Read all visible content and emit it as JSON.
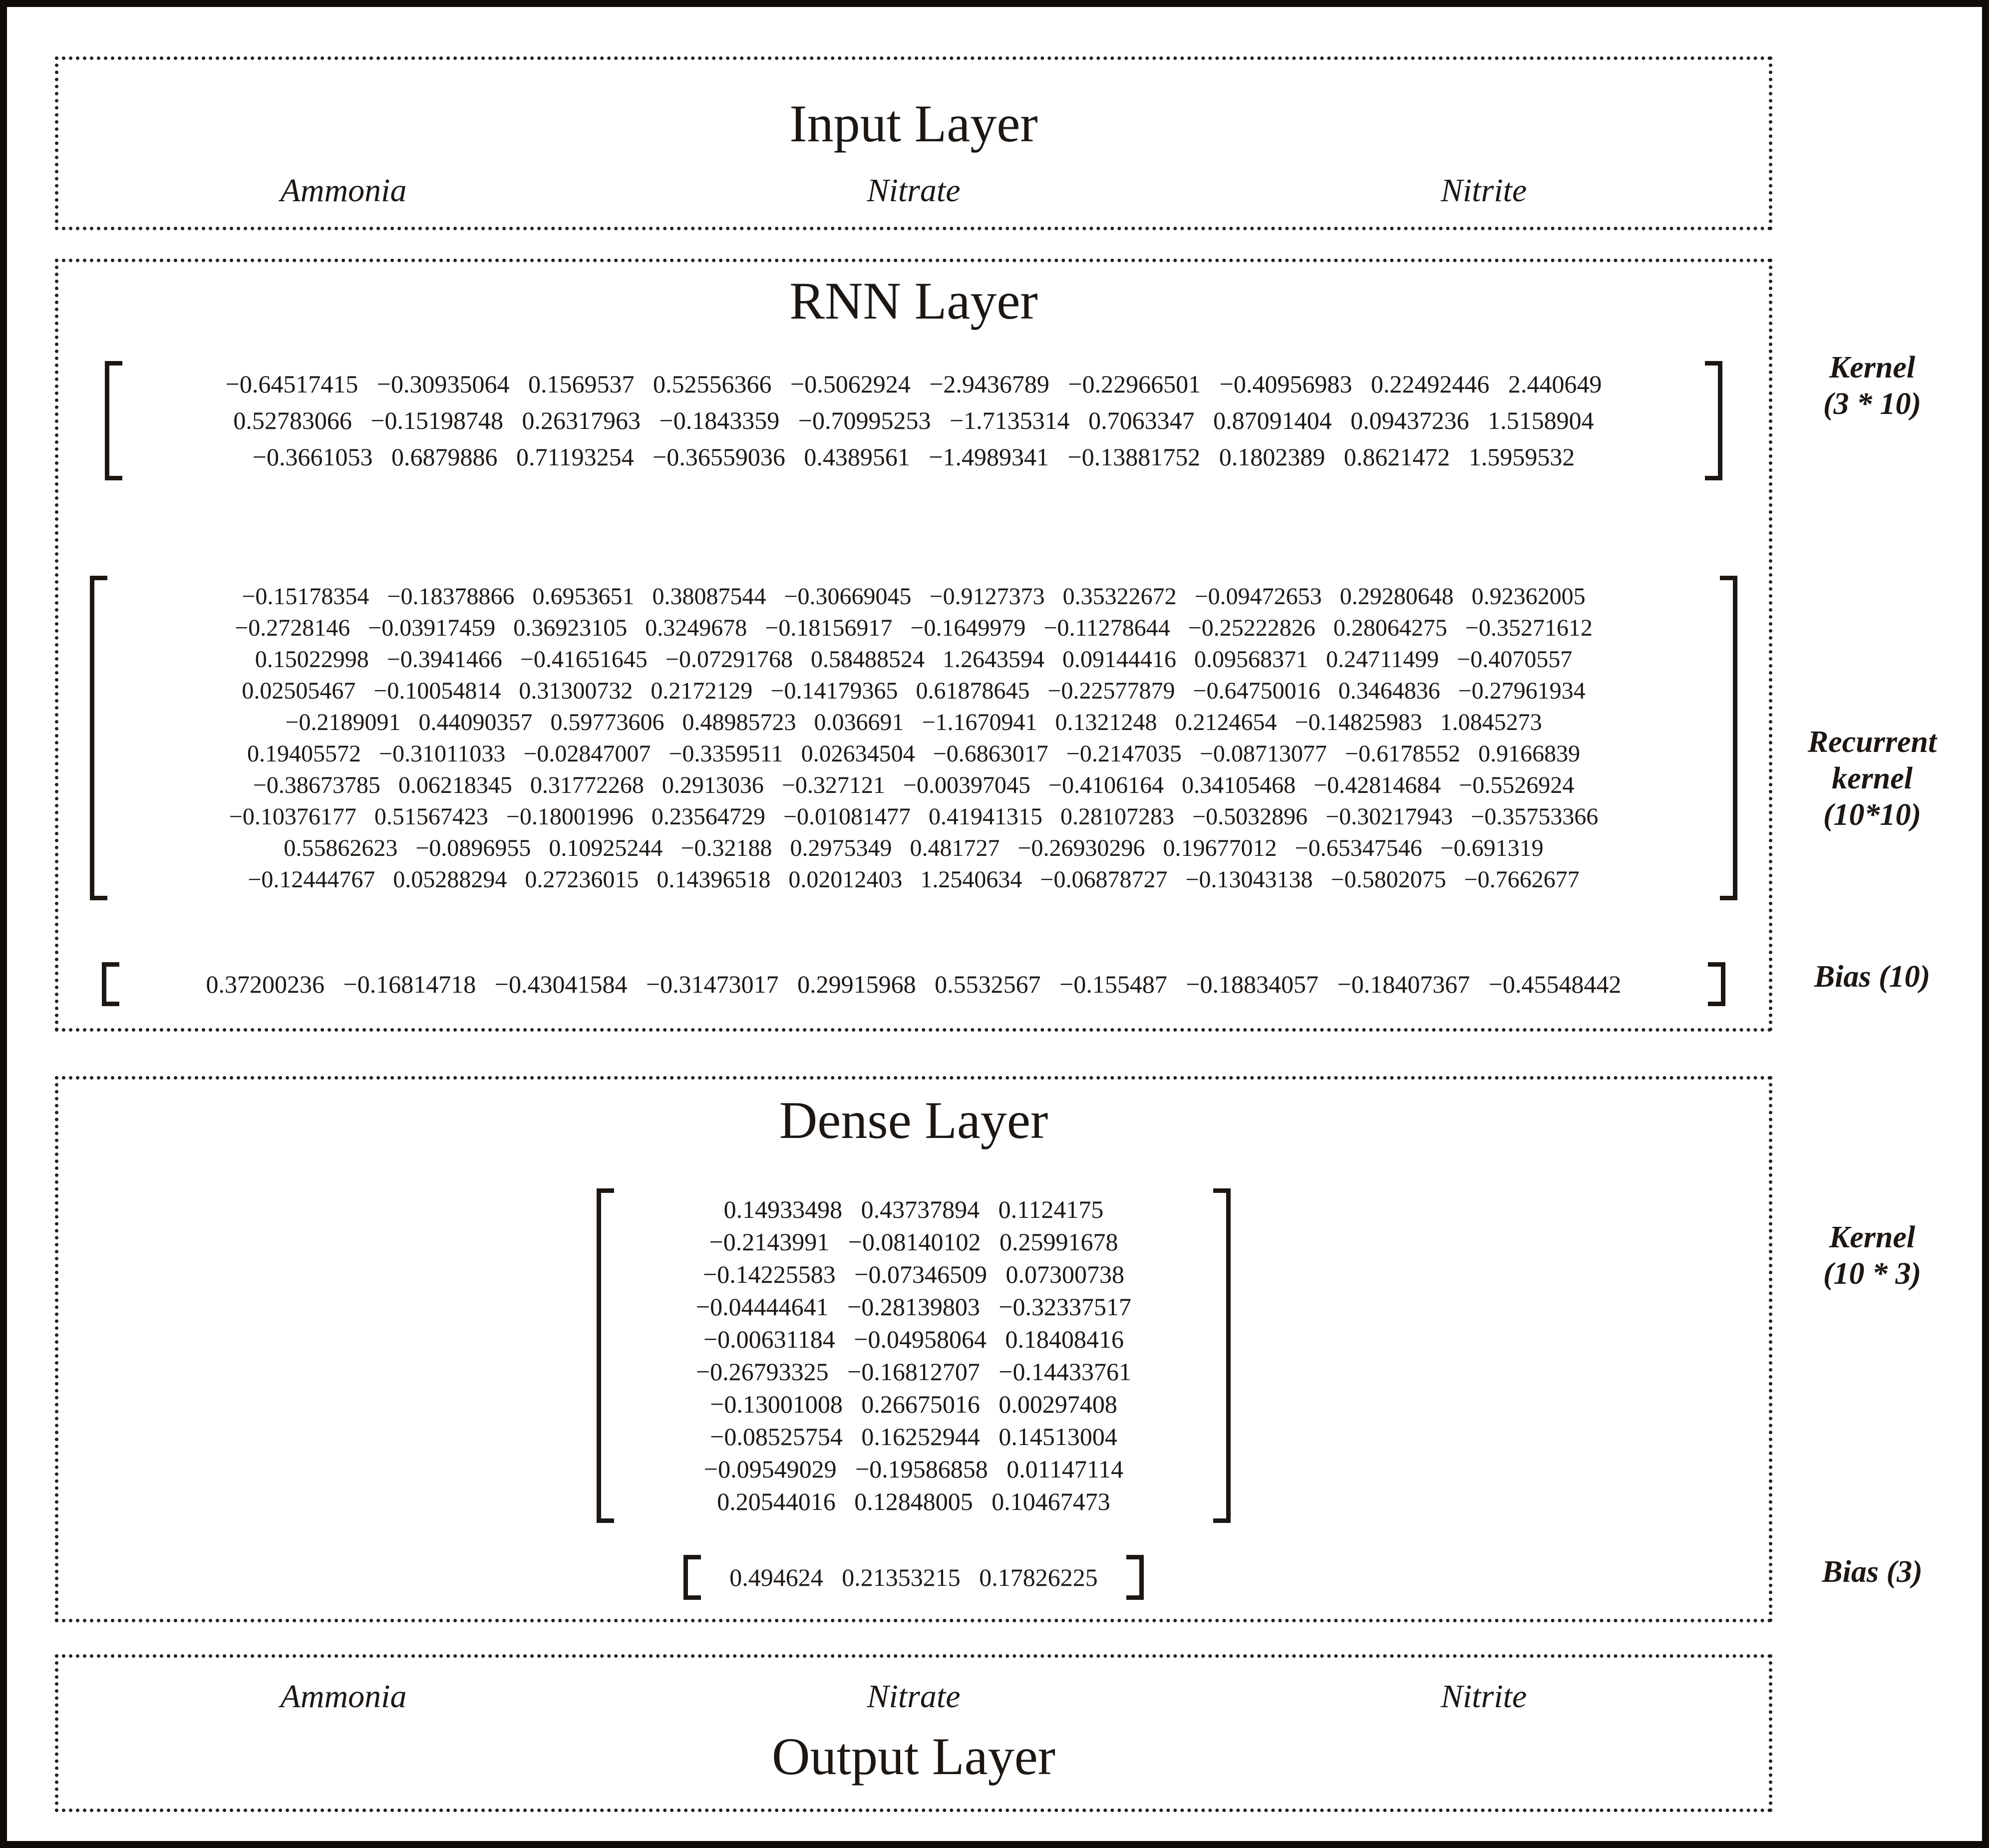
{
  "colors": {
    "ink": "#1c1713",
    "outer_border": "#0e0b09",
    "dotted_border": "#232020"
  },
  "input_layer": {
    "title": "Input Layer",
    "nodes": [
      "Ammonia",
      "Nitrate",
      "Nitrite"
    ]
  },
  "rnn_layer": {
    "title": "RNN Layer",
    "kernel": {
      "label": "Kernel\n(3 * 10)",
      "rows": [
        [
          "−0.64517415",
          "−0.30935064",
          "0.1569537",
          "0.52556366",
          "−0.5062924",
          "−2.9436789",
          "−0.22966501",
          "−0.40956983",
          "0.22492446",
          "2.440649"
        ],
        [
          "0.52783066",
          "−0.15198748",
          "0.26317963",
          "−0.1843359",
          "−0.70995253",
          "−1.7135314",
          "0.7063347",
          "0.87091404",
          "0.09437236",
          "1.5158904"
        ],
        [
          "−0.3661053",
          "0.6879886",
          "0.71193254",
          "−0.36559036",
          "0.4389561",
          "−1.4989341",
          "−0.13881752",
          "0.1802389",
          "0.8621472",
          "1.5959532"
        ]
      ]
    },
    "recurrent_kernel": {
      "label": "Recurrent\nkernel\n(10*10)",
      "rows": [
        [
          "−0.15178354",
          "−0.18378866",
          "0.6953651",
          "0.38087544",
          "−0.30669045",
          "−0.9127373",
          "0.35322672",
          "−0.09472653",
          "0.29280648",
          "0.92362005"
        ],
        [
          "−0.2728146",
          "−0.03917459",
          "0.36923105",
          "0.3249678",
          "−0.18156917",
          "−0.1649979",
          "−0.11278644",
          "−0.25222826",
          "0.28064275",
          "−0.35271612"
        ],
        [
          "0.15022998",
          "−0.3941466",
          "−0.41651645",
          "−0.07291768",
          "0.58488524",
          "1.2643594",
          "0.09144416",
          "0.09568371",
          "0.24711499",
          "−0.4070557"
        ],
        [
          "0.02505467",
          "−0.10054814",
          "0.31300732",
          "0.2172129",
          "−0.14179365",
          "0.61878645",
          "−0.22577879",
          "−0.64750016",
          "0.3464836",
          "−0.27961934"
        ],
        [
          "−0.2189091",
          "0.44090357",
          "0.59773606",
          "0.48985723",
          "0.036691",
          "−1.1670941",
          "0.1321248",
          "0.2124654",
          "−0.14825983",
          "1.0845273"
        ],
        [
          "0.19405572",
          "−0.31011033",
          "−0.02847007",
          "−0.3359511",
          "0.02634504",
          "−0.6863017",
          "−0.2147035",
          "−0.08713077",
          "−0.6178552",
          "0.9166839"
        ],
        [
          "−0.38673785",
          "0.06218345",
          "0.31772268",
          "0.2913036",
          "−0.327121",
          "−0.00397045",
          "−0.4106164",
          "0.34105468",
          "−0.42814684",
          "−0.5526924"
        ],
        [
          "−0.10376177",
          "0.51567423",
          "−0.18001996",
          "0.23564729",
          "−0.01081477",
          "0.41941315",
          "0.28107283",
          "−0.5032896",
          "−0.30217943",
          "−0.35753366"
        ],
        [
          "0.55862623",
          "−0.0896955",
          "0.10925244",
          "−0.32188",
          "0.2975349",
          "0.481727",
          "−0.26930296",
          "0.19677012",
          "−0.65347546",
          "−0.691319"
        ],
        [
          "−0.12444767",
          "0.05288294",
          "0.27236015",
          "0.14396518",
          "0.02012403",
          "1.2540634",
          "−0.06878727",
          "−0.13043138",
          "−0.5802075",
          "−0.7662677"
        ]
      ]
    },
    "bias": {
      "label": "Bias (10)",
      "values": [
        "0.37200236",
        "−0.16814718",
        "−0.43041584",
        "−0.31473017",
        "0.29915968",
        "0.5532567",
        "−0.155487",
        "−0.18834057",
        "−0.18407367",
        "−0.45548442"
      ]
    }
  },
  "dense_layer": {
    "title": "Dense Layer",
    "kernel": {
      "label": "Kernel\n(10 * 3)",
      "rows": [
        [
          "0.14933498",
          "0.43737894",
          "0.1124175"
        ],
        [
          "−0.2143991",
          "−0.08140102",
          "0.25991678"
        ],
        [
          "−0.14225583",
          "−0.07346509",
          "0.07300738"
        ],
        [
          "−0.04444641",
          "−0.28139803",
          "−0.32337517"
        ],
        [
          "−0.00631184",
          "−0.04958064",
          "0.18408416"
        ],
        [
          "−0.26793325",
          "−0.16812707",
          "−0.14433761"
        ],
        [
          "−0.13001008",
          "0.26675016",
          "0.00297408"
        ],
        [
          "−0.08525754",
          "0.16252944",
          "0.14513004"
        ],
        [
          "−0.09549029",
          "−0.19586858",
          "0.01147114"
        ],
        [
          "0.20544016",
          "0.12848005",
          "0.10467473"
        ]
      ]
    },
    "bias": {
      "label": "Bias (3)",
      "values": [
        "0.494624",
        "0.21353215",
        "0.17826225"
      ]
    }
  },
  "output_layer": {
    "title": "Output Layer",
    "nodes": [
      "Ammonia",
      "Nitrate",
      "Nitrite"
    ]
  }
}
